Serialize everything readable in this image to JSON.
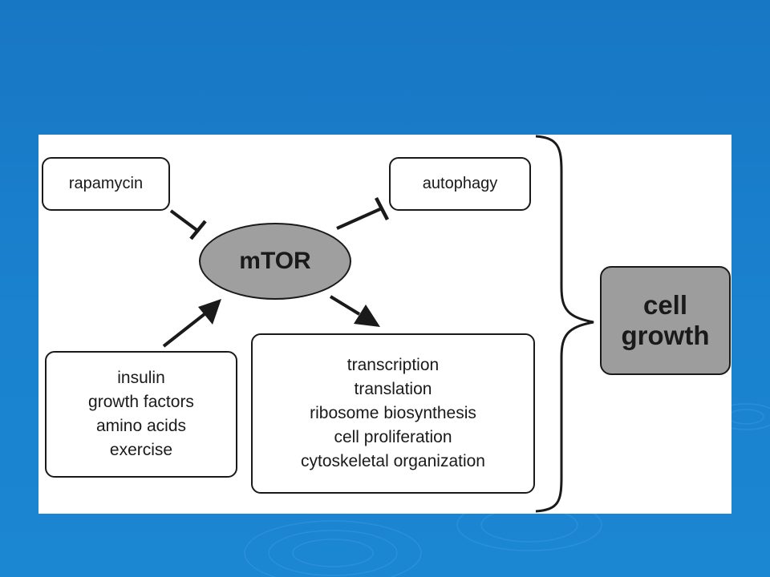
{
  "diagram": {
    "inhibitor": "rapamycin",
    "inhibited_process": "autophagy",
    "center": "mTOR",
    "activators": [
      "insulin",
      "growth factors",
      "amino acids",
      "exercise"
    ],
    "outputs": [
      "transcription",
      "translation",
      "ribosome biosynthesis",
      "cell proliferation",
      "cytoskeletal organization"
    ],
    "result": [
      "cell",
      "growth"
    ]
  },
  "colors": {
    "slide_background": "#1a80cc",
    "node_fill_dark": "#9f9f9f",
    "stroke": "#1a1a1a"
  }
}
